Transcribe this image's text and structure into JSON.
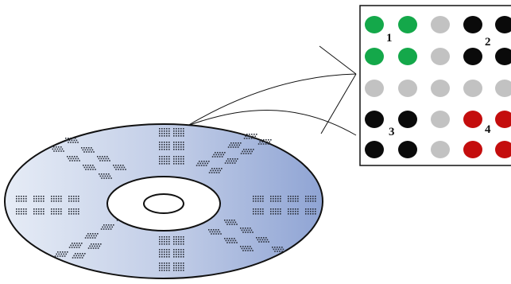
{
  "colors": {
    "green": "#14a84a",
    "black": "#0a0a0a",
    "gray": "#c2c2c2",
    "red": "#c40d0d",
    "outline": "#111111",
    "disc_light": "#e6ecf6",
    "disc_mid": "#bfcbe6",
    "disc_dark": "#8fa4d4"
  },
  "grid": {
    "rows": [
      [
        "green",
        "green",
        "gray",
        "black",
        "black"
      ],
      [
        "green",
        "green",
        "gray",
        "black",
        "black"
      ],
      [
        "gray",
        "gray",
        "gray",
        "gray",
        "gray"
      ],
      [
        "black",
        "black",
        "gray",
        "red",
        "red"
      ],
      [
        "black",
        "black",
        "gray",
        "red",
        "red"
      ]
    ],
    "labels": [
      "1",
      "2",
      "3",
      "4"
    ]
  },
  "icons": {
    "disc": "optical-disc-icon",
    "zoom_lines": "magnification-lines"
  }
}
